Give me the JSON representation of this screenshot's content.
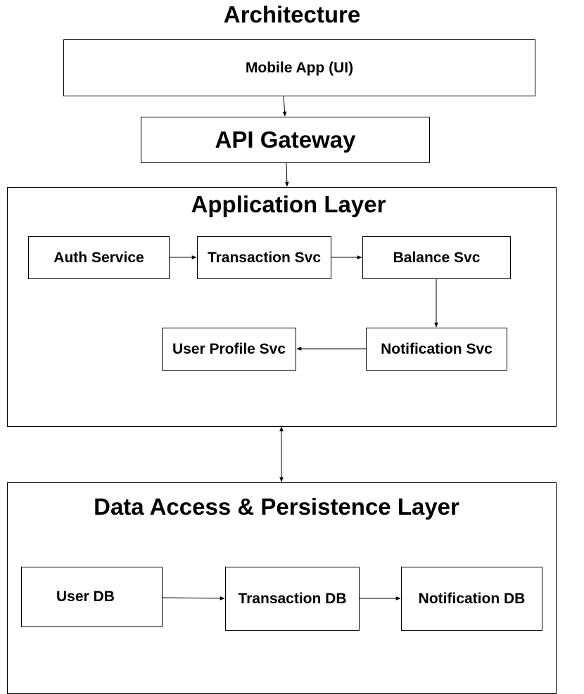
{
  "title": "Architecture",
  "mobile_app": "Mobile App (UI)",
  "api_gateway": "API Gateway",
  "application_layer": {
    "title": "Application Layer",
    "auth_service": "Auth Service",
    "transaction_svc": "Transaction Svc",
    "balance_svc": "Balance Svc",
    "user_profile_svc": "User Profile Svc",
    "notification_svc": "Notification Svc"
  },
  "data_layer": {
    "title": "Data Access & Persistence Layer",
    "user_db": "User DB",
    "transaction_db": "Transaction DB",
    "notification_db": "Notification DB"
  }
}
